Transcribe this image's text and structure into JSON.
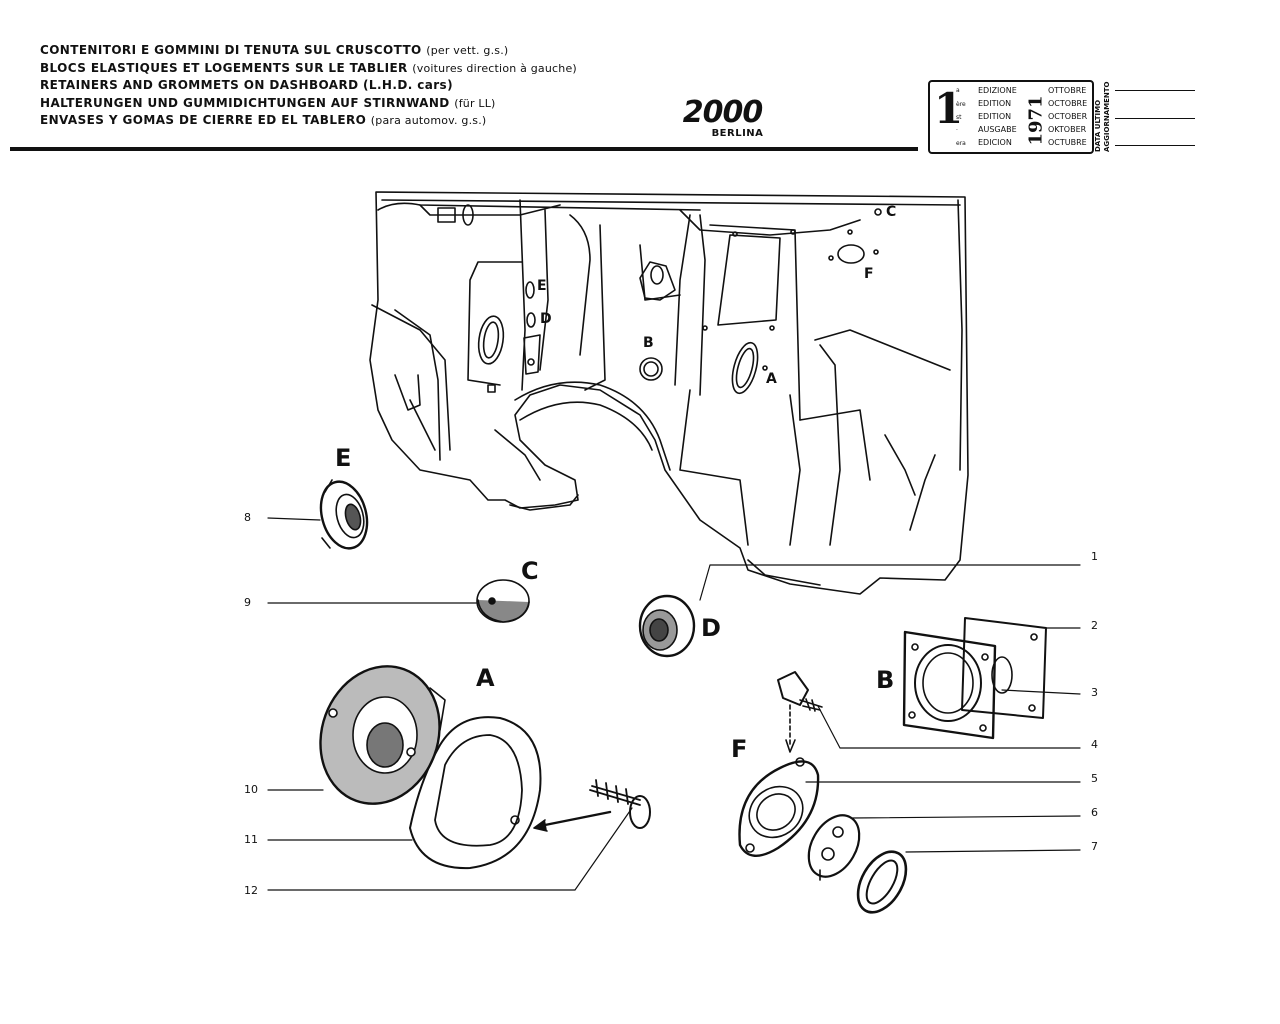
{
  "header": {
    "lines": [
      {
        "main": "CONTENITORI E GOMMINI DI TENUTA SUL CRUSCOTTO",
        "note": "(per vett. g.s.)"
      },
      {
        "main": "BLOCS ELASTIQUES ET LOGEMENTS SUR LE TABLIER",
        "note": "(voitures direction à gauche)"
      },
      {
        "main": "RETAINERS AND GROMMETS ON DASHBOARD (L.H.D. cars)",
        "note": ""
      },
      {
        "main": "HALTERUNGEN UND GUMMIDICHTUNGEN AUF STIRNWAND",
        "note": "(für LL)"
      },
      {
        "main": "ENVASES Y GOMAS DE CIERRE ED EL TABLERO",
        "note": "(para automov. g.s.)"
      }
    ],
    "model_logo": "2000",
    "model_name": "BERLINA"
  },
  "edition": {
    "number": "1",
    "superscripts": [
      "a",
      "ère",
      "st",
      "·",
      "era"
    ],
    "labels": [
      "EDIZIONE",
      "EDITION",
      "EDITION",
      "AUSGABE",
      "EDICION"
    ],
    "year": "1971",
    "months": [
      "OTTOBRE",
      "OCTOBRE",
      "OCTOBER",
      "OKTOBER",
      "OCTUBRE"
    ],
    "last_update_labels": [
      "DATA ULTIMO",
      "AGGIORNAMENTO"
    ]
  },
  "panel_labels": {
    "A": "A",
    "B": "B",
    "C": "C",
    "D": "D",
    "E": "E",
    "F": "F"
  },
  "part_letters": {
    "A": "A",
    "B": "B",
    "C": "C",
    "D": "D",
    "E": "E",
    "F": "F"
  },
  "callouts": [
    "1",
    "2",
    "3",
    "4",
    "5",
    "6",
    "7",
    "8",
    "9",
    "10",
    "11",
    "12"
  ]
}
